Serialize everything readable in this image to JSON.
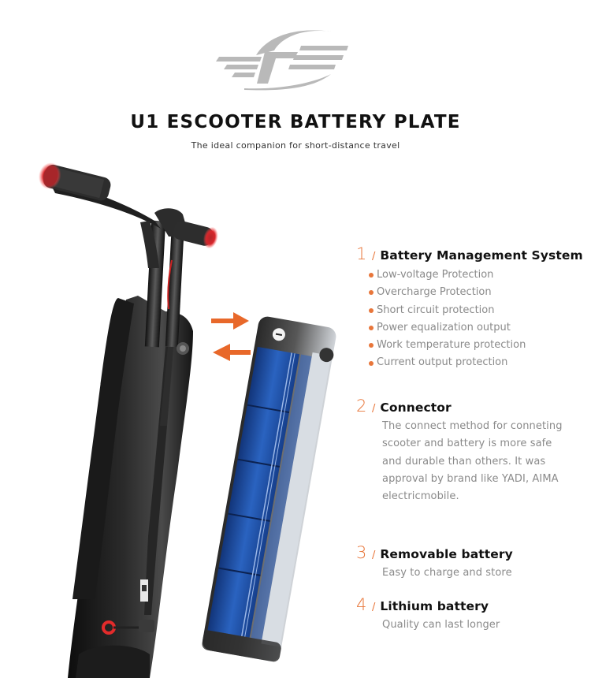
{
  "brand": {
    "logo_icon": "winged-s-logo-icon",
    "logo_color": "#b9b9b9"
  },
  "header": {
    "title": "U1 ESCOOTER BATTERY PLATE",
    "subtitle": "The ideal companion for short-distance travel"
  },
  "colors": {
    "accent": "#e8763a",
    "heading": "#111111",
    "body_text": "#8a8a8a",
    "battery_cells": "#1d4fa0",
    "grip_light": "#d7262b"
  },
  "illustration": {
    "scooter": "scooter-stem-with-handlebar",
    "battery": "removable-battery-pack",
    "arrows": [
      "arrow-right-icon",
      "arrow-left-icon"
    ]
  },
  "features": [
    {
      "number": "1",
      "slash": "/",
      "title": "Battery Management System",
      "bullets": [
        "Low-voltage Protection",
        "Overcharge Protection",
        "Short circuit protection",
        "Power equalization output",
        "Work temperature protection",
        "Current output protection"
      ]
    },
    {
      "number": "2",
      "slash": "/",
      "title": "Connector",
      "description": "The connect method for conneting scooter and battery is more safe and durable than others. It was approval by brand like YADI, AIMA electricmobile."
    },
    {
      "number": "3",
      "slash": "/",
      "title": "Removable battery",
      "description": "Easy to charge and store"
    },
    {
      "number": "4",
      "slash": "/",
      "title": "Lithium battery",
      "description": "Quality can last longer"
    }
  ]
}
